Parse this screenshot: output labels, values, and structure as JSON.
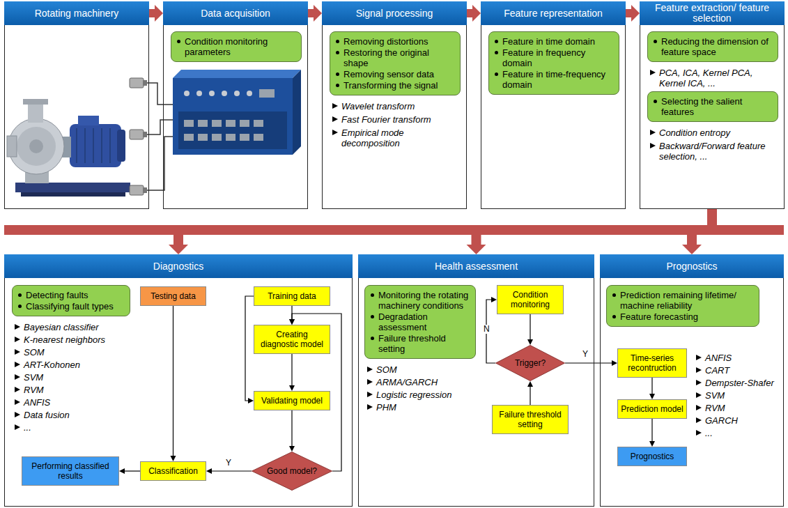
{
  "diagram": {
    "nodes": [
      {
        "text": [
          "Rotating machinery"
        ]
      },
      {
        "text": [
          "Data acquisition"
        ]
      },
      {
        "text": [
          "Condition monitoring parameters"
        ],
        "in": 1
      },
      {
        "text": [
          "Signal processing",
          "Wavelet transform",
          "Fast Fourier transform",
          "Empirical mode decomposition"
        ]
      },
      {
        "text": [
          "Removing distortions",
          "Restoring the original shape",
          "Removing sensor data",
          "Transforming the signal"
        ],
        "in": 3
      },
      {
        "text": [
          "Feature representation"
        ]
      },
      {
        "text": [
          "Feature in time domain",
          "Feature in frequency domain",
          "Feature in time-frequency domain"
        ],
        "in": 5
      },
      {
        "text": [
          "Feature extraction/ feature selection",
          "PCA, ICA, Kernel PCA, Kernel ICA, ...",
          "Condition entropy",
          "Backward/Forward feature selection, ..."
        ]
      },
      {
        "text": [
          "Reducing the dimension of feature space"
        ],
        "in": 7
      },
      {
        "text": [
          "Selecting the salient features"
        ],
        "in": 7
      },
      {
        "text": [
          "Diagnostics",
          "Bayesian classifier",
          "K-nearest neighbors",
          "SOM",
          "ART-Kohonen",
          "SVM",
          "RVM",
          "ANFIS",
          "Data fusion",
          "..."
        ]
      },
      {
        "text": [
          "Detecting faults",
          "Classifying fault types"
        ],
        "in": 10
      },
      {
        "text": [
          "Testing data"
        ],
        "in": 10
      },
      {
        "text": [
          "Training data"
        ],
        "in": 10
      },
      {
        "text": [
          "Creating diagnostic model"
        ],
        "in": 10
      },
      {
        "text": [
          "Validating model"
        ],
        "in": 10
      },
      {
        "text": [
          "Good model?"
        ],
        "in": 10
      },
      {
        "text": [
          "Performing classified results"
        ],
        "in": 10
      },
      {
        "text": [
          "Classification"
        ],
        "in": 10
      },
      {
        "text": [
          "Health assessment",
          "SOM",
          "ARMA/GARCH",
          "Logistic regression",
          "PHM"
        ]
      },
      {
        "text": [
          "Monitoring the rotating machinery conditions",
          "Degradation assessment",
          "Failure threshold setting"
        ],
        "in": 19
      },
      {
        "text": [
          "Condition monitoring"
        ],
        "in": 19
      },
      {
        "text": [
          "Trigger?"
        ],
        "in": 19
      },
      {
        "text": [
          "Failure threshold setting"
        ],
        "in": 19
      },
      {
        "text": [
          "Prognostics",
          "ANFIS",
          "CART",
          "Dempster-Shafer",
          "SVM",
          "RVM",
          "GARCH",
          "..."
        ]
      },
      {
        "text": [
          "Prediction remaining lifetime/ machine reliability",
          "Feature forecasting"
        ],
        "in": 24
      },
      {
        "text": [
          "Time-series recontruction"
        ],
        "in": 24
      },
      {
        "text": [
          "Prediction model"
        ],
        "in": 24
      },
      {
        "text": [
          "Prognostics"
        ],
        "in": 24
      }
    ],
    "edges": [
      {
        "from": 0,
        "to": 1,
        "arrow": "to"
      },
      {
        "from": 1,
        "to": 3,
        "arrow": "to"
      },
      {
        "from": 3,
        "to": 5,
        "arrow": "to"
      },
      {
        "from": 5,
        "to": 7,
        "arrow": "to"
      },
      {
        "from": 7,
        "to": 10,
        "arrow": "to"
      },
      {
        "from": 7,
        "to": 19,
        "arrow": "to"
      },
      {
        "from": 7,
        "to": 24,
        "arrow": "to"
      },
      {
        "from": 13,
        "to": 14,
        "arrow": "to"
      },
      {
        "from": 14,
        "to": 15,
        "arrow": "to"
      },
      {
        "from": 13,
        "to": 15,
        "arrow": "to"
      },
      {
        "from": 15,
        "to": 16,
        "arrow": "to"
      },
      {
        "from": 16,
        "to": 18,
        "label": "Y",
        "arrow": "to"
      },
      {
        "from": 16,
        "to": 14,
        "arrow": "to"
      },
      {
        "from": 12,
        "to": 18,
        "arrow": "to"
      },
      {
        "from": 18,
        "to": 17,
        "arrow": "to"
      },
      {
        "from": 21,
        "to": 22,
        "arrow": "to"
      },
      {
        "from": 23,
        "to": 22,
        "arrow": "to"
      },
      {
        "from": 22,
        "to": 21,
        "label": "N",
        "arrow": "to"
      },
      {
        "from": 22,
        "to": 26,
        "label": "Y",
        "arrow": "to"
      },
      {
        "from": 26,
        "to": 27,
        "arrow": "to"
      },
      {
        "from": 27,
        "to": 28,
        "arrow": "to"
      }
    ]
  }
}
